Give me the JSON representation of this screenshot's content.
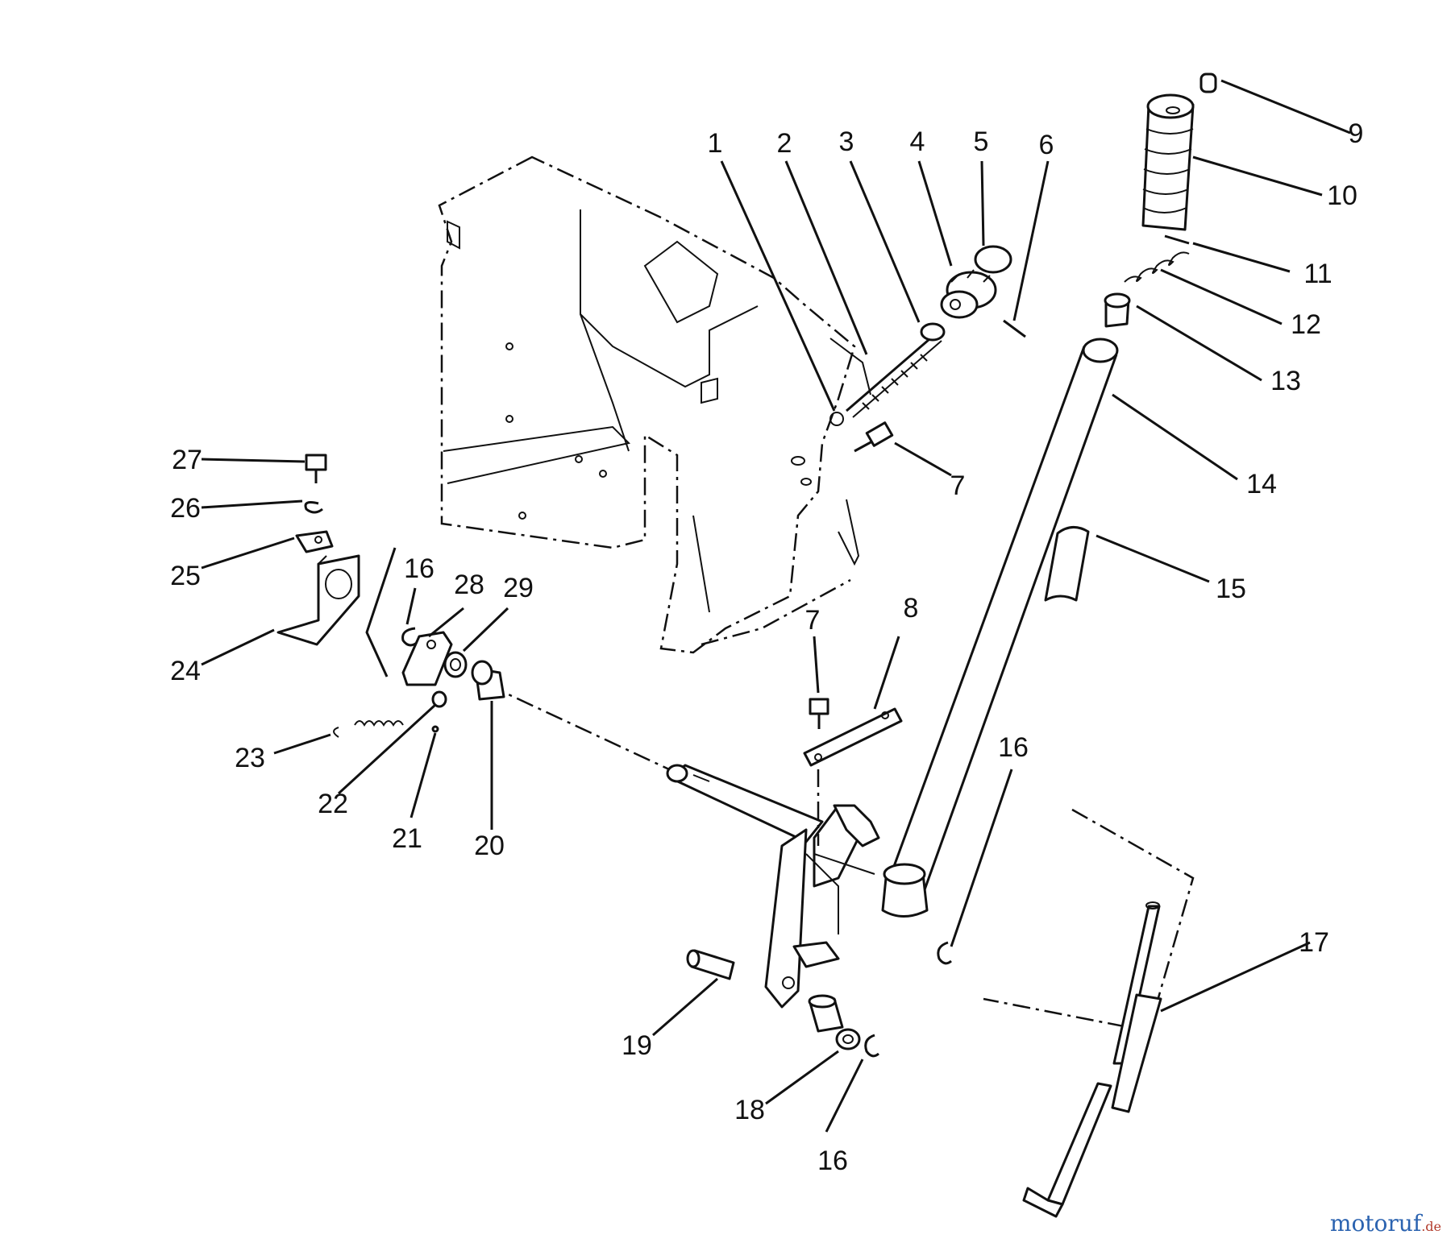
{
  "diagram": {
    "labels": [
      {
        "id": "1",
        "text": "1"
      },
      {
        "id": "2",
        "text": "2"
      },
      {
        "id": "3",
        "text": "3"
      },
      {
        "id": "4",
        "text": "4"
      },
      {
        "id": "5",
        "text": "5"
      },
      {
        "id": "6",
        "text": "6"
      },
      {
        "id": "7a",
        "text": "7"
      },
      {
        "id": "7b",
        "text": "7"
      },
      {
        "id": "8",
        "text": "8"
      },
      {
        "id": "9",
        "text": "9"
      },
      {
        "id": "10",
        "text": "10"
      },
      {
        "id": "11",
        "text": "11"
      },
      {
        "id": "12",
        "text": "12"
      },
      {
        "id": "13",
        "text": "13"
      },
      {
        "id": "14",
        "text": "14"
      },
      {
        "id": "15",
        "text": "15"
      },
      {
        "id": "16a",
        "text": "16"
      },
      {
        "id": "16b",
        "text": "16"
      },
      {
        "id": "16c",
        "text": "16"
      },
      {
        "id": "17",
        "text": "17"
      },
      {
        "id": "18",
        "text": "18"
      },
      {
        "id": "19",
        "text": "19"
      },
      {
        "id": "20",
        "text": "20"
      },
      {
        "id": "21",
        "text": "21"
      },
      {
        "id": "22",
        "text": "22"
      },
      {
        "id": "23",
        "text": "23"
      },
      {
        "id": "24",
        "text": "24"
      },
      {
        "id": "25",
        "text": "25"
      },
      {
        "id": "26",
        "text": "26"
      },
      {
        "id": "27",
        "text": "27"
      },
      {
        "id": "28",
        "text": "28"
      },
      {
        "id": "29",
        "text": "29"
      }
    ]
  },
  "watermark": {
    "main": "motoruf",
    "ext": ".de"
  }
}
